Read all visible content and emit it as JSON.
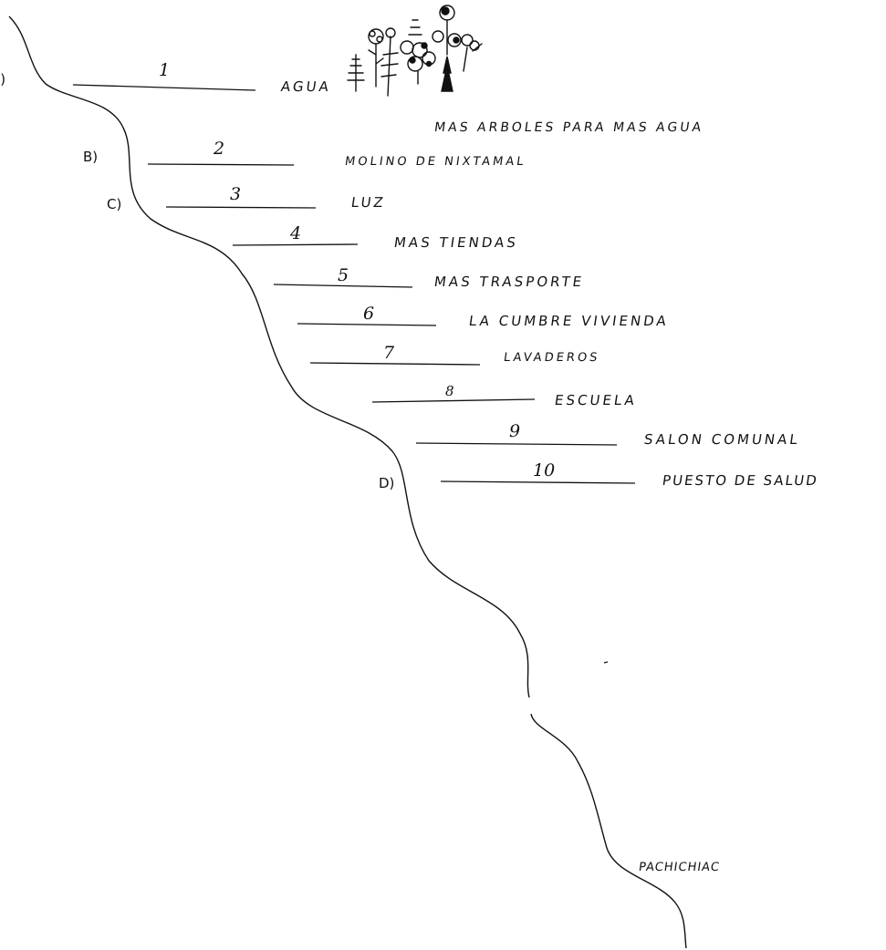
{
  "markers": {
    "a": "A)",
    "b": "B)",
    "c": "C)",
    "d": "D)"
  },
  "items": [
    {
      "num": "1",
      "label": "AGUA"
    },
    {
      "num": "2",
      "label": "MOLINO DE NIXTAMAL"
    },
    {
      "num": "3",
      "label": "LUZ"
    },
    {
      "num": "4",
      "label": "MAS TIENDAS"
    },
    {
      "num": "5",
      "label": "MAS TRASPORTE"
    },
    {
      "num": "6",
      "label": "LA CUMBRE VIVIENDA"
    },
    {
      "num": "7",
      "label": "LAVADEROS"
    },
    {
      "num": "8",
      "label": "ESCUELA"
    },
    {
      "num": "9",
      "label": "SALON COMUNAL"
    },
    {
      "num": "10",
      "label": "PUESTO DE SALUD"
    }
  ],
  "note": "MAS ARBOLES PARA MAS AGUA",
  "place": "PACHICHIAC",
  "icons": {
    "trees": "trees-sketch-icon"
  },
  "colors": {
    "ink": "#111111",
    "paper": "#ffffff"
  }
}
